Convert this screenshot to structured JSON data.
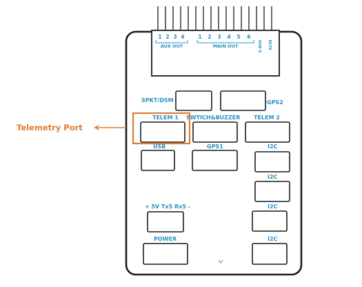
{
  "colors": {
    "label": "#2a8fc1",
    "outline": "#1a1a1a",
    "highlight": "#e07b2e",
    "background": "#ffffff"
  },
  "header": {
    "pin_numbers": [
      "1",
      "2",
      "3",
      "4",
      "1",
      "2",
      "3",
      "4",
      "5",
      "6"
    ],
    "aux_out": "AUX OUT",
    "main_out": "MAIN OUT",
    "sbus": "S.BUS",
    "rcin": "RCIN"
  },
  "ports": {
    "spkt_dsm": "SPKT/DSM",
    "gps2": "GPS2",
    "telem1": "TELEM 1",
    "switch_buzzer": "SWTICH&BUZZER",
    "telem2": "TELEM 2",
    "usb": "USB",
    "gps1": "GPS1",
    "i2c_1": "I2C",
    "i2c_2": "I2C",
    "power_pins": "+ 5V Tx5 Rx5 -",
    "i2c_3": "I2C",
    "power": "POWER",
    "i2c_4": "I2C"
  },
  "callout": {
    "text": "Telemetry Port"
  }
}
